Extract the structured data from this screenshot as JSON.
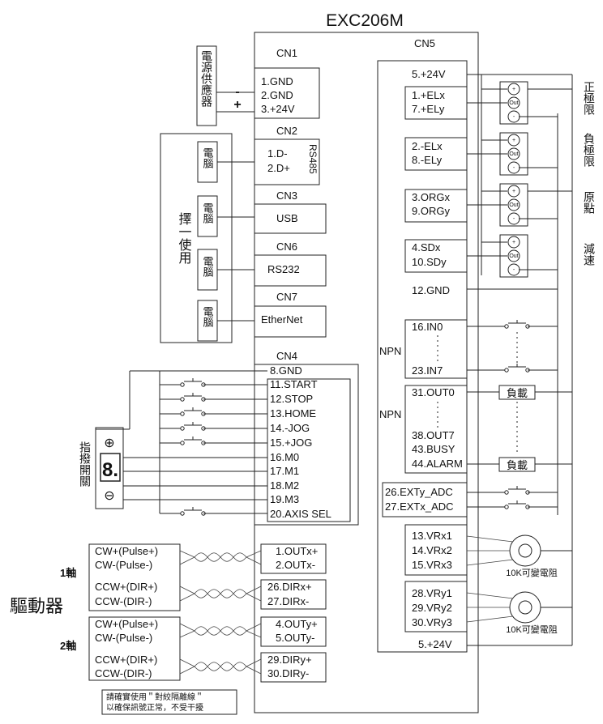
{
  "title": "EXC206M",
  "power": {
    "label": "電源供應器",
    "minus": "-",
    "plus": "+",
    "cn_label": "CN1",
    "pins": [
      "1.GND",
      "2.GND",
      "3.+24V"
    ]
  },
  "choose_one": "擇一使用",
  "computer": "電腦",
  "cn2": {
    "label": "CN2",
    "pins": [
      "1.D-",
      "2.D+"
    ],
    "bus": "RS485"
  },
  "cn3": {
    "label": "CN3",
    "port": "USB"
  },
  "cn6": {
    "label": "CN6",
    "port": "RS232"
  },
  "cn7": {
    "label": "CN7",
    "port": "EtherNet"
  },
  "cn4": {
    "label": "CN4",
    "pins": [
      "8.GND",
      "11.START",
      "12.STOP",
      "13.HOME",
      "14.-JOG",
      "15.+JOG",
      "16.M0",
      "17.M1",
      "18.M2",
      "19.M3",
      "20.AXIS SEL"
    ]
  },
  "dial_switch": {
    "label": "指撥開關",
    "plus": "⊕",
    "digit": "8.",
    "minus": "⊖"
  },
  "cn5": {
    "label": "CN5",
    "top_power": "5.+24V",
    "el_pos": [
      "1.+ELx",
      "7.+ELy"
    ],
    "el_neg": [
      "2.-ELx",
      "8.-ELy"
    ],
    "org": [
      "3.ORGx",
      "9.ORGy"
    ],
    "sd": [
      "4.SDx",
      "10.SDy"
    ],
    "gnd": "12.GND",
    "inputs": [
      "16.IN0",
      "23.IN7"
    ],
    "outputs": [
      "31.OUT0",
      "38.OUT7",
      "43.BUSY",
      "44.ALARM"
    ],
    "ext": [
      "26.EXTy_ADC",
      "27.EXTx_ADC"
    ],
    "vrx": [
      "13.VRx1",
      "14.VRx2",
      "15.VRx3"
    ],
    "vry": [
      "28.VRy1",
      "29.VRy2",
      "30.VRy3"
    ],
    "bottom_power": "5.+24V"
  },
  "npn": "NPN",
  "load": "負載",
  "sensor_terminals": [
    "+",
    "Out",
    "-"
  ],
  "right_labels": {
    "pos_limit": "正極限",
    "neg_limit": "負極限",
    "origin": "原點",
    "decel": "減速"
  },
  "pot_label": "10K可變電阻",
  "driver": {
    "title": "驅動器",
    "axis1": "1軸",
    "axis2": "2軸",
    "pulse": [
      "CW+(Pulse+)",
      "CW-(Pulse-)"
    ],
    "dir": [
      "CCW+(DIR+)",
      "CCW-(DIR-)"
    ]
  },
  "out_pins": {
    "x_pulse": [
      "1.OUTx+",
      "2.OUTx-"
    ],
    "x_dir": [
      "26.DIRx+",
      "27.DIRx-"
    ],
    "y_pulse": [
      "4.OUTy+",
      "5.OUTy-"
    ],
    "y_dir": [
      "29.DIRy+",
      "30.DIRy-"
    ]
  },
  "note": [
    "請確實使用＂對絞隔離線＂",
    "以確保訊號正常，不受干擾"
  ]
}
